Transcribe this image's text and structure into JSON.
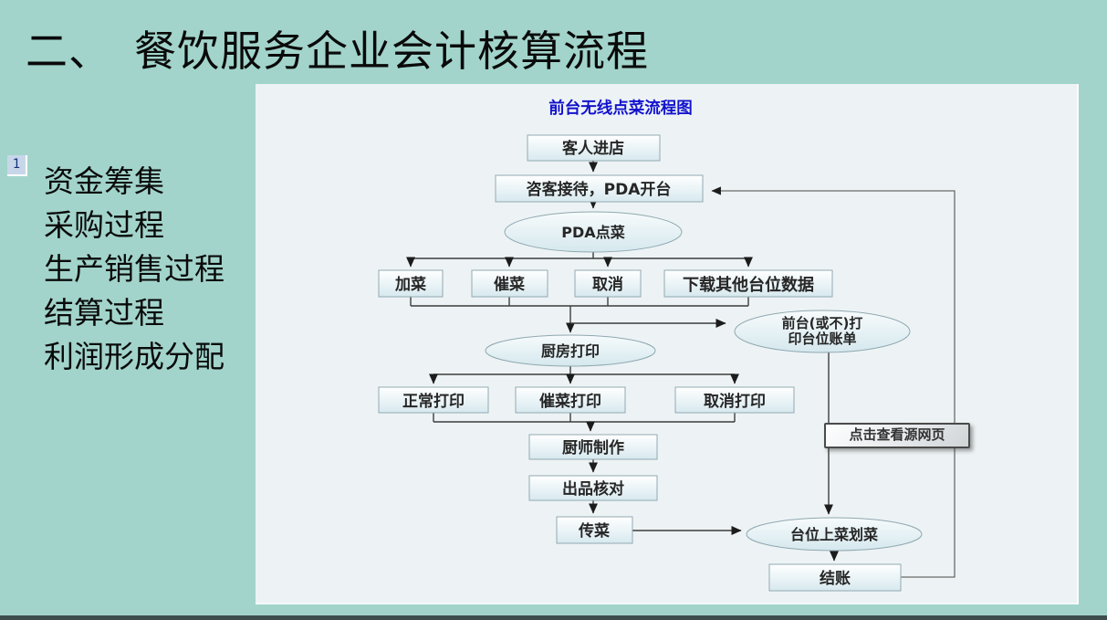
{
  "slide": {
    "title": "二、  餐饮服务企业会计核算流程",
    "badge": "1",
    "list_items": [
      "资金筹集",
      "采购过程",
      "生产销售过程",
      "结算过程",
      "利润形成分配"
    ]
  },
  "flowchart": {
    "title": "前台无线点菜流程图",
    "nodes": {
      "guest_enter": "客人进店",
      "reception": "咨客接待，PDA开台",
      "pda_order": "PDA点菜",
      "add_dish": "加菜",
      "urge_dish": "催菜",
      "cancel": "取消",
      "download": "下载其他台位数据",
      "kitchen_print": "厨房打印",
      "front_print_line1": "前台(或不)打",
      "front_print_line2": "印台位账单",
      "normal_print": "正常打印",
      "urge_print": "催菜打印",
      "cancel_print": "取消打印",
      "chef_make": "厨师制作",
      "output_check": "出品核对",
      "serve_dish": "传菜",
      "table_serve": "台位上菜划菜",
      "checkout": "结账"
    },
    "tooltip": "点击查看源网页"
  },
  "colors": {
    "background": "#a2d4cb",
    "panel": "#edf3f5",
    "flow_title_blue": "#1313cd",
    "node_border": "#93a9b1",
    "line": "#3d3d3d",
    "bottom_bar": "#3e4e4e"
  }
}
